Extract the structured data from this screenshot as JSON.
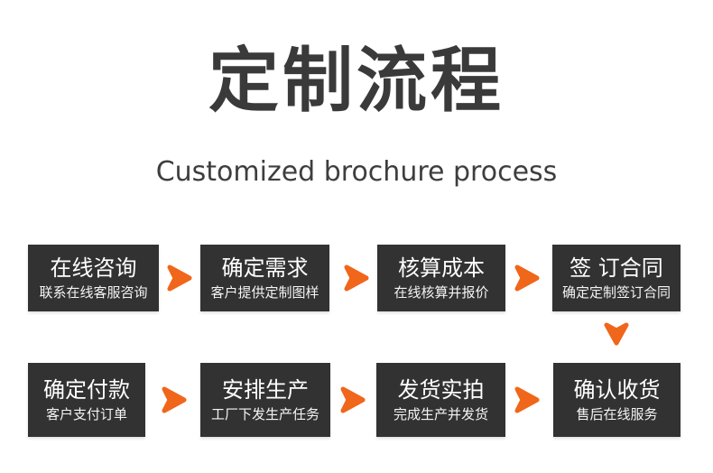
{
  "page": {
    "title": "定制流程",
    "subtitle": "Customized brochure process"
  },
  "colors": {
    "accent_orange": "#f0661a",
    "box_background": "#323232",
    "heading_text": "#3a3a3a",
    "box_text": "#ffffff",
    "page_background": "#ffffff"
  },
  "icons": {
    "right_arrow": "right-arrow-icon",
    "down_arrow": "down-arrow-icon"
  },
  "steps": [
    {
      "title": "在线咨询",
      "desc": "联系在线客服咨询"
    },
    {
      "title": "确定需求",
      "desc": "客户提供定制图样"
    },
    {
      "title": "核算成本",
      "desc": "在线核算并报价"
    },
    {
      "title": "签 订合同",
      "desc": "确定定制签订合同"
    },
    {
      "title": "确定付款",
      "desc": "客户支付订单"
    },
    {
      "title": "安排生产",
      "desc": "工厂下发生产任务"
    },
    {
      "title": "发货实拍",
      "desc": "完成生产并发货"
    },
    {
      "title": "确认收货",
      "desc": "售后在线服务"
    }
  ]
}
